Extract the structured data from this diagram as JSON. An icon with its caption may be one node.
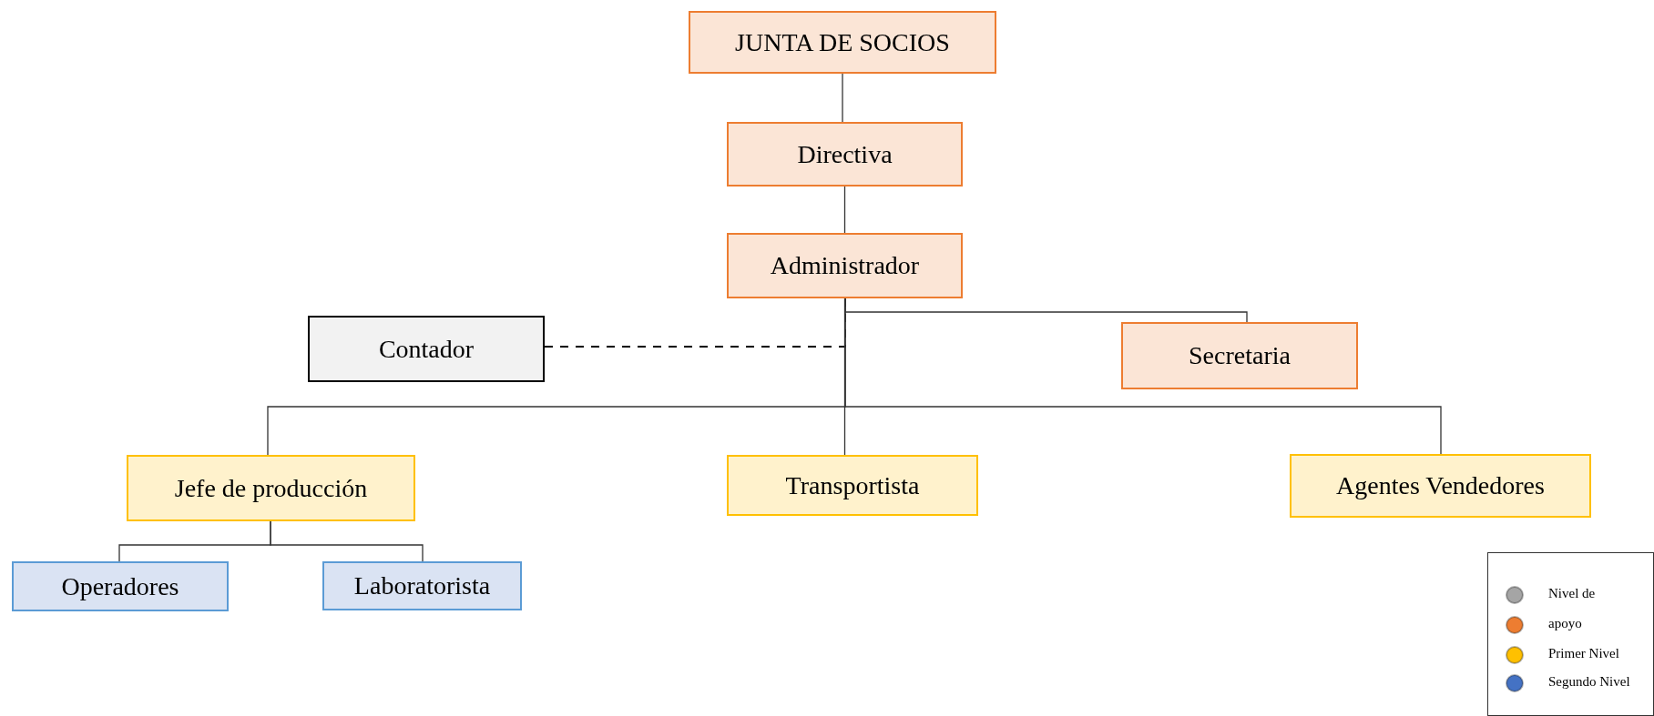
{
  "diagram": {
    "nodes": [
      {
        "text": [
          "JUNTA DE SOCIOS"
        ]
      },
      {
        "text": [
          "Directiva"
        ]
      },
      {
        "text": [
          "Administrador"
        ]
      },
      {
        "text": [
          "Contador"
        ]
      },
      {
        "text": [
          "Secretaria"
        ]
      },
      {
        "text": [
          "Jefe de producción"
        ]
      },
      {
        "text": [
          "Transportista"
        ]
      },
      {
        "text": [
          "Agentes Vendedores"
        ]
      },
      {
        "text": [
          "Operadores"
        ]
      },
      {
        "text": [
          "Laboratorista"
        ]
      }
    ],
    "edges": [
      {
        "from": 0,
        "to": 1,
        "arrow": "none"
      },
      {
        "from": 1,
        "to": 2,
        "arrow": "none"
      },
      {
        "from": 2,
        "to": 4,
        "arrow": "none"
      },
      {
        "from": 3,
        "to": 2,
        "arrow": "none",
        "style": "dashed"
      },
      {
        "from": 2,
        "to": 5,
        "arrow": "none"
      },
      {
        "from": 2,
        "to": 6,
        "arrow": "none"
      },
      {
        "from": 2,
        "to": 7,
        "arrow": "none"
      },
      {
        "from": 5,
        "to": 8,
        "arrow": "none"
      },
      {
        "from": 5,
        "to": 9,
        "arrow": "none"
      }
    ],
    "legend": [
      {
        "text": "Nivel de",
        "color": "#a5a5a5"
      },
      {
        "text": "apoyo",
        "color": "#ed7d31"
      },
      {
        "text": "Primer Nivel",
        "color": "#ffc000"
      },
      {
        "text": "Segundo Nivel",
        "color": "#4472c4"
      }
    ]
  }
}
